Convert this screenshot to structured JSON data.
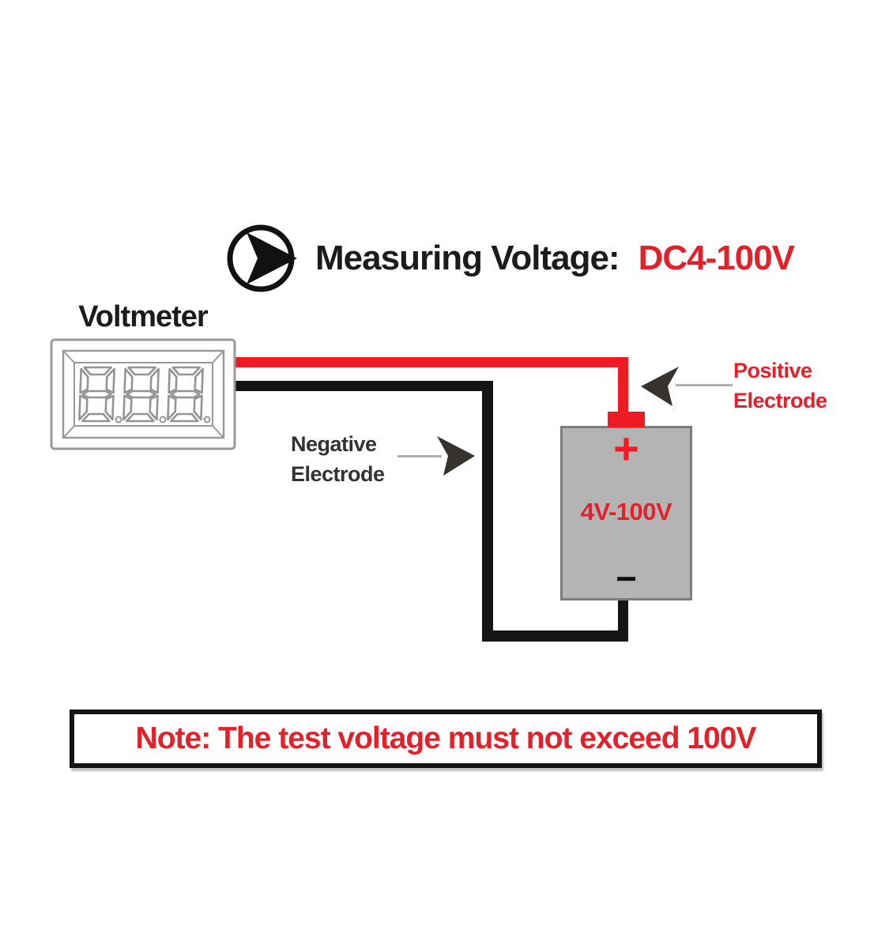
{
  "header": {
    "icon": "arrow-right-circle-icon",
    "title_black": "Measuring Voltage:",
    "title_red": "DC4-100V"
  },
  "voltmeter": {
    "label": "Voltmeter",
    "display_digits": "8.8.8.",
    "description": "three-digit seven-segment display illustration"
  },
  "battery": {
    "plus": "+",
    "minus": "−",
    "range_label": "4V-100V"
  },
  "labels": {
    "positive": {
      "line1": "Positive",
      "line2": "Electrode"
    },
    "negative": {
      "line1": "Negative",
      "line2": "Electrode"
    }
  },
  "note": {
    "text": "Note: The test voltage must not exceed 100V"
  },
  "colors": {
    "red_text": "#e2222b",
    "wire_red": "#ee1b24",
    "wire_black": "#151515",
    "battery_fill": "#b4b4b4",
    "battery_border": "#7d7d7d",
    "text_black": "#1c1c1c",
    "text_dark_gray": "#323232",
    "arrow_dark": "#363230",
    "connector_gray": "#b0b0b0",
    "display_gray": "#949494",
    "note_border": "#141414"
  }
}
